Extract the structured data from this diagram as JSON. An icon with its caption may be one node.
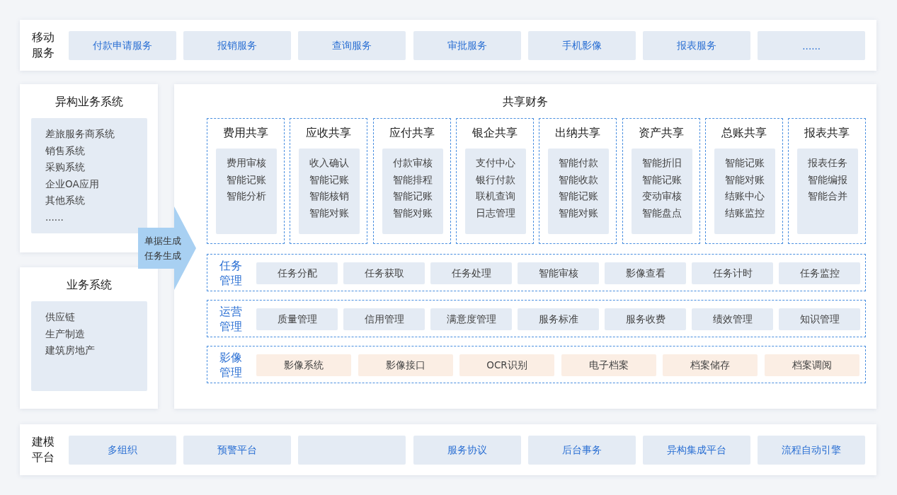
{
  "diagram": {
    "nodes": [
      {
        "text": [
          "移动服务"
        ]
      },
      {
        "text": [
          "付款申请服务"
        ],
        "in": 0
      },
      {
        "text": [
          "报销服务"
        ],
        "in": 0
      },
      {
        "text": [
          "查询服务"
        ],
        "in": 0
      },
      {
        "text": [
          "审批服务"
        ],
        "in": 0
      },
      {
        "text": [
          "手机影像"
        ],
        "in": 0
      },
      {
        "text": [
          "报表服务"
        ],
        "in": 0
      },
      {
        "text": [
          "......"
        ],
        "in": 0
      },
      {
        "text": [
          "异构业务系统"
        ]
      },
      {
        "text": [
          "差旅服务商系统",
          "销售系统",
          "采购系统",
          "企业OA应用",
          "其他系统",
          "......"
        ],
        "in": 8
      },
      {
        "text": [
          "业务系统"
        ]
      },
      {
        "text": [
          "供应链",
          "生产制造",
          "建筑房地产"
        ],
        "in": 10
      },
      {
        "text": [
          "共享财务"
        ]
      },
      {
        "text": [
          "费用共享"
        ],
        "in": 12
      },
      {
        "text": [
          "费用审核",
          "智能记账",
          "智能分析"
        ],
        "in": 13
      },
      {
        "text": [
          "应收共享"
        ],
        "in": 12
      },
      {
        "text": [
          "收入确认",
          "智能记账",
          "智能核销",
          "智能对账"
        ],
        "in": 15
      },
      {
        "text": [
          "应付共享"
        ],
        "in": 12
      },
      {
        "text": [
          "付款审核",
          "智能排程",
          "智能记账",
          "智能对账"
        ],
        "in": 17
      },
      {
        "text": [
          "银企共享"
        ],
        "in": 12
      },
      {
        "text": [
          "支付中心",
          "银行付款",
          "联机查询",
          "日志管理"
        ],
        "in": 19
      },
      {
        "text": [
          "出纳共享"
        ],
        "in": 12
      },
      {
        "text": [
          "智能付款",
          "智能收款",
          "智能记账",
          "智能对账"
        ],
        "in": 21
      },
      {
        "text": [
          "资产共享"
        ],
        "in": 12
      },
      {
        "text": [
          "智能折旧",
          "智能记账",
          "变动审核",
          "智能盘点"
        ],
        "in": 23
      },
      {
        "text": [
          "总账共享"
        ],
        "in": 12
      },
      {
        "text": [
          "智能记账",
          "智能对账",
          "结账中心",
          "结账监控"
        ],
        "in": 25
      },
      {
        "text": [
          "报表共享"
        ],
        "in": 12
      },
      {
        "text": [
          "报表任务",
          "智能编报",
          "智能合并"
        ],
        "in": 27
      },
      {
        "text": [
          "任务管理"
        ],
        "in": 12
      },
      {
        "text": [
          "任务分配"
        ],
        "in": 29
      },
      {
        "text": [
          "任务获取"
        ],
        "in": 29
      },
      {
        "text": [
          "任务处理"
        ],
        "in": 29
      },
      {
        "text": [
          "智能审核"
        ],
        "in": 29
      },
      {
        "text": [
          "影像查看"
        ],
        "in": 29
      },
      {
        "text": [
          "任务计时"
        ],
        "in": 29
      },
      {
        "text": [
          "任务监控"
        ],
        "in": 29
      },
      {
        "text": [
          "运营管理"
        ],
        "in": 12
      },
      {
        "text": [
          "质量管理"
        ],
        "in": 37
      },
      {
        "text": [
          "信用管理"
        ],
        "in": 37
      },
      {
        "text": [
          "满意度管理"
        ],
        "in": 37
      },
      {
        "text": [
          "服务标准"
        ],
        "in": 37
      },
      {
        "text": [
          "服务收费"
        ],
        "in": 37
      },
      {
        "text": [
          "绩效管理"
        ],
        "in": 37
      },
      {
        "text": [
          "知识管理"
        ],
        "in": 37
      },
      {
        "text": [
          "影像管理"
        ],
        "in": 12
      },
      {
        "text": [
          "影像系统"
        ],
        "in": 45
      },
      {
        "text": [
          "影像接口"
        ],
        "in": 45
      },
      {
        "text": [
          "OCR识别"
        ],
        "in": 45
      },
      {
        "text": [
          "电子档案"
        ],
        "in": 45
      },
      {
        "text": [
          "档案储存"
        ],
        "in": 45
      },
      {
        "text": [
          "档案调阅"
        ],
        "in": 45
      },
      {
        "text": [
          "建模平台"
        ]
      },
      {
        "text": [
          "多组织"
        ],
        "in": 52
      },
      {
        "text": [
          "预警平台"
        ],
        "in": 52
      },
      {
        "text": [],
        "shape": "box",
        "in": 52
      },
      {
        "text": [
          "服务协议"
        ],
        "in": 52
      },
      {
        "text": [
          "后台事务"
        ],
        "in": 52
      },
      {
        "text": [
          "异构集成平台"
        ],
        "in": 52
      },
      {
        "text": [
          "流程自动引擎"
        ],
        "in": 52
      }
    ],
    "edges": [
      {
        "from": 8,
        "to": 12,
        "arrow": "to",
        "label": "单据生成任务生成"
      },
      {
        "from": 10,
        "to": 12,
        "arrow": "to"
      }
    ]
  }
}
